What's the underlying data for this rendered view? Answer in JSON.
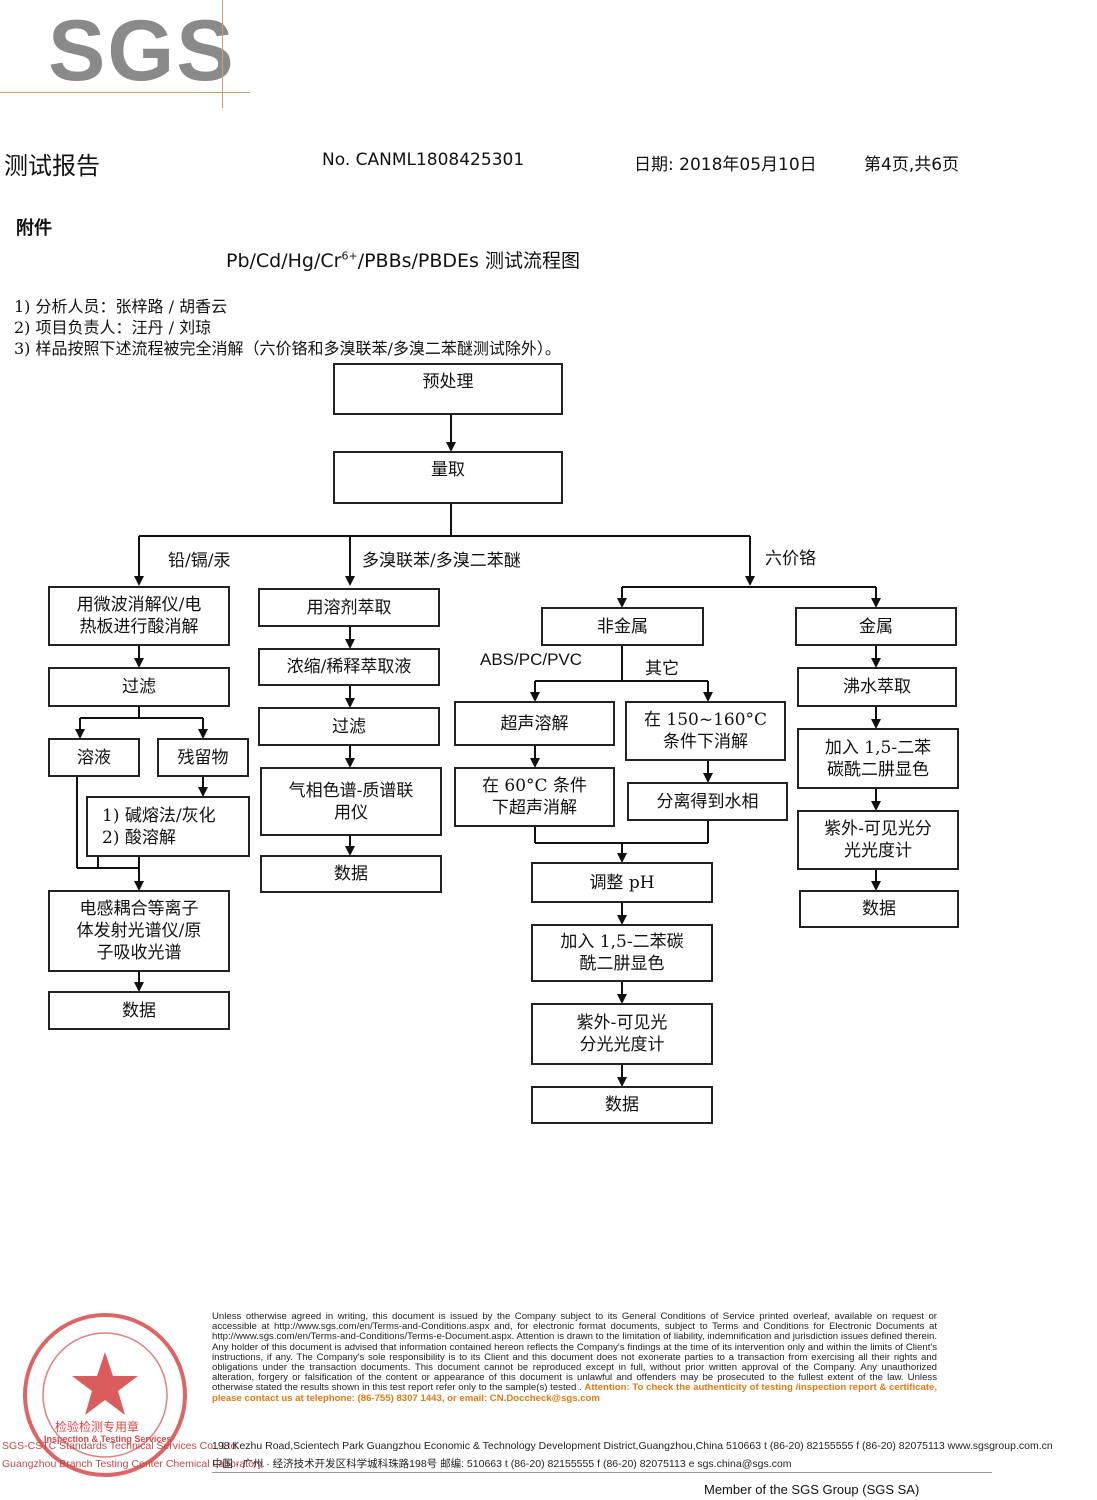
{
  "logo": "SGS",
  "header": {
    "title": "测试报告",
    "report_no": "No. CANML1808425301",
    "date": "日期: 2018年05月10日",
    "page": "第4页,共6页"
  },
  "appendix": "附件",
  "figure_title_pre": "Pb/Cd/Hg/Cr",
  "figure_title_sup": "6+",
  "figure_title_post": "/PBBs/PBDEs  测试流程图",
  "notes": [
    "1)  分析人员：张梓路 / 胡香云",
    "2)  项目负责人：汪丹 / 刘琼",
    "3)  样品按照下述流程被完全消解（六价铬和多溴联苯/多溴二苯醚测试除外）。"
  ],
  "flow": {
    "pretreat": "预处理",
    "measure": "量取",
    "branch_metals": "铅/镉/汞",
    "branch_pbb": "多溴联苯/多溴二苯醚",
    "branch_cr": "六价铬",
    "m1": "用微波消解仪/电\n热板进行酸消解",
    "m2": "过滤",
    "m3a": "溶液",
    "m3b": "残留物",
    "m4": "1)  碱熔法/灰化\n2)  酸溶解",
    "m5": "电感耦合等离子\n体发射光谱仪/原\n子吸收光谱",
    "m6": "数据",
    "p1": "用溶剂萃取",
    "p2": "浓缩/稀释萃取液",
    "p3": "过滤",
    "p4": "气相色谱-质谱联\n用仪",
    "p5": "数据",
    "c_nonmetal": "非金属",
    "c_abs": "ABS/PC/PVC",
    "c_other": "其它",
    "c_ultra": "超声溶解",
    "c_150": "在 150~160°C\n条件下消解",
    "c_60": "在 60°C 条件\n下超声消解",
    "c_sep": "分离得到水相",
    "c_ph": "调整 pH",
    "c_add": "加入 1,5-二苯碳\n酰二肼显色",
    "c_uv": "紫外-可见光\n分光光度计",
    "c_data": "数据",
    "c_metal": "金属",
    "c_boil": "沸水萃取",
    "c_add2": "加入 1,5-二苯\n碳酰二肼显色",
    "c_uv2": "紫外-可见光分\n光光度计",
    "c_data2": "数据"
  },
  "footer": {
    "legal": "Unless otherwise agreed in writing, this document is issued by the Company subject to its General Conditions of Service printed overleaf, available on request or accessible at http://www.sgs.com/en/Terms-and-Conditions.aspx and, for electronic format documents, subject to Terms and Conditions for Electronic Documents at http://www.sgs.com/en/Terms-and-Conditions/Terms-e-Document.aspx. Attention is drawn to the limitation of liability, indemnification and jurisdiction issues defined therein. Any holder of this document is advised that information contained hereon reflects the Company's findings at the time of its intervention only and within the limits of Client's instructions, if any. The Company's sole responsibility is to its Client and this document does not exonerate parties to a transaction from exercising all their rights and obligations under the transaction documents. This document cannot be reproduced except in full, without prior written approval of the Company. Any unauthorized alteration, forgery or falsification of the content or appearance of this document is unlawful and offenders may be prosecuted to the fullest extent of the law. Unless otherwise stated the results shown in this test report refer only to the sample(s) tested .",
    "attention": "Attention: To check the authenticity of testing /inspection report & certificate, please contact us at telephone: (86-755) 8307 1443, or email: CN.Doccheck@sgs.com",
    "addr_en": "198 Kezhu Road,Scientech Park Guangzhou Economic & Technology Development District,Guangzhou,China   510663    t (86-20) 82155555    f (86-20) 82075113    www.sgsgroup.com.cn",
    "addr_cn": "中国 · 广州 · 经济技术开发区科学城科珠路198号                    邮编: 510663    t (86-20) 82155555    f (86-20) 82075113    e sgs.china@sgs.com",
    "sgs_cstc": "SGS-CSTC Standards Technical Services Co., Ltd.",
    "branch": "Guangzhou Branch Testing Center Chemical Laboratory.",
    "stamp_text": "检验检测专用章",
    "stamp_en": "Inspection & Testing Services",
    "member": "Member of the SGS Group (SGS SA)"
  }
}
